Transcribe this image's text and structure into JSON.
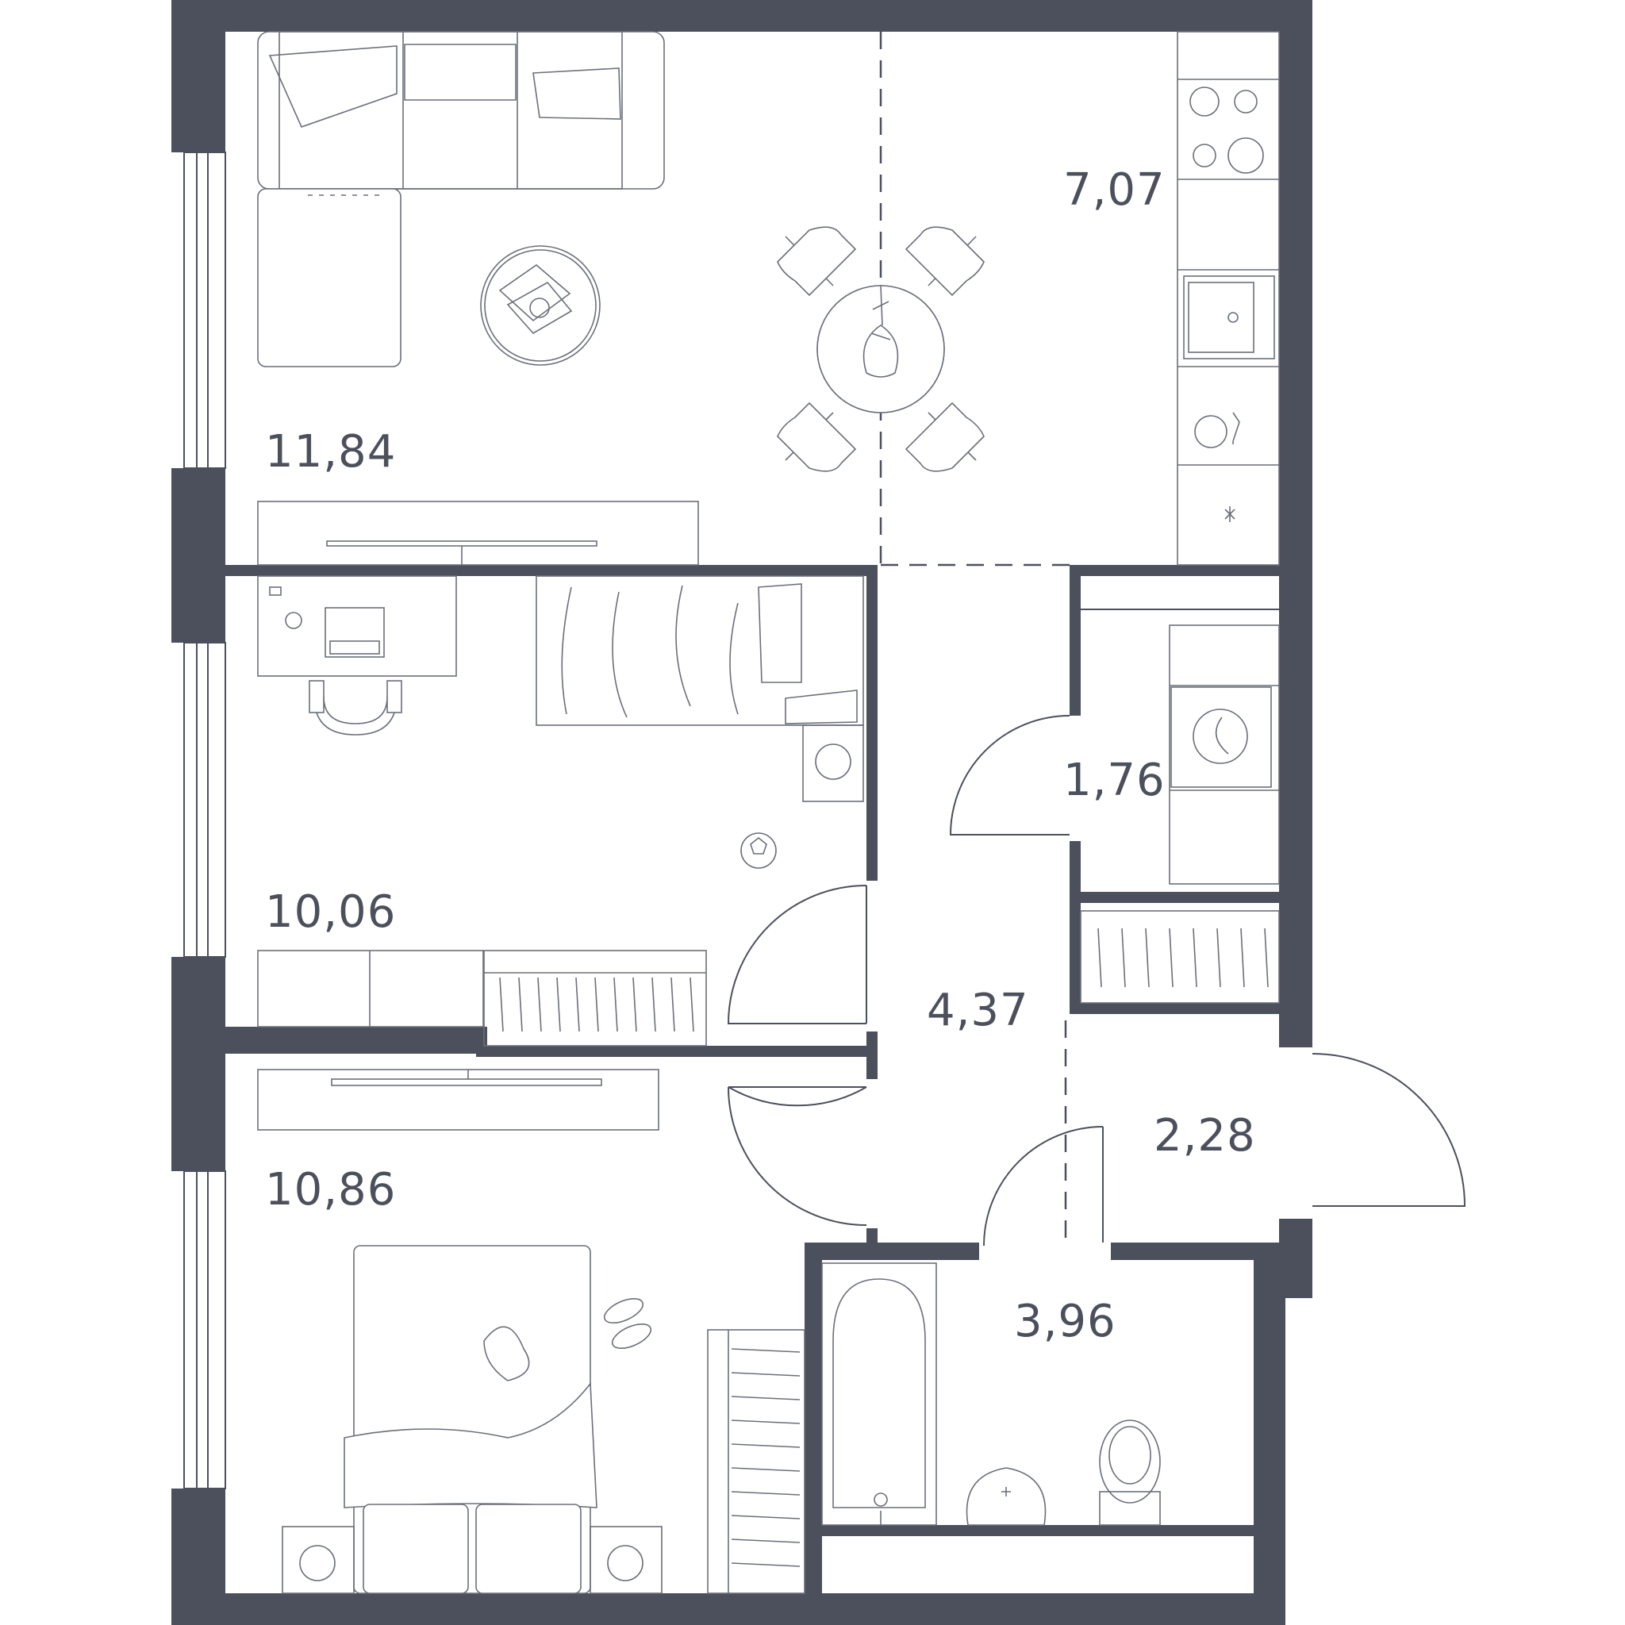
{
  "rooms": [
    {
      "id": "living",
      "area": "11,84"
    },
    {
      "id": "kitchen",
      "area": "7,07"
    },
    {
      "id": "bedroom-kids",
      "area": "10,06"
    },
    {
      "id": "bedroom-main",
      "area": "10,86"
    },
    {
      "id": "hall",
      "area": "4,37"
    },
    {
      "id": "laundry",
      "area": "1,76"
    },
    {
      "id": "entrance",
      "area": "2,28"
    },
    {
      "id": "bathroom",
      "area": "3,96"
    }
  ],
  "colors": {
    "wall": "#4c505c",
    "line": "#6b6f79",
    "background": "#ffffff"
  }
}
